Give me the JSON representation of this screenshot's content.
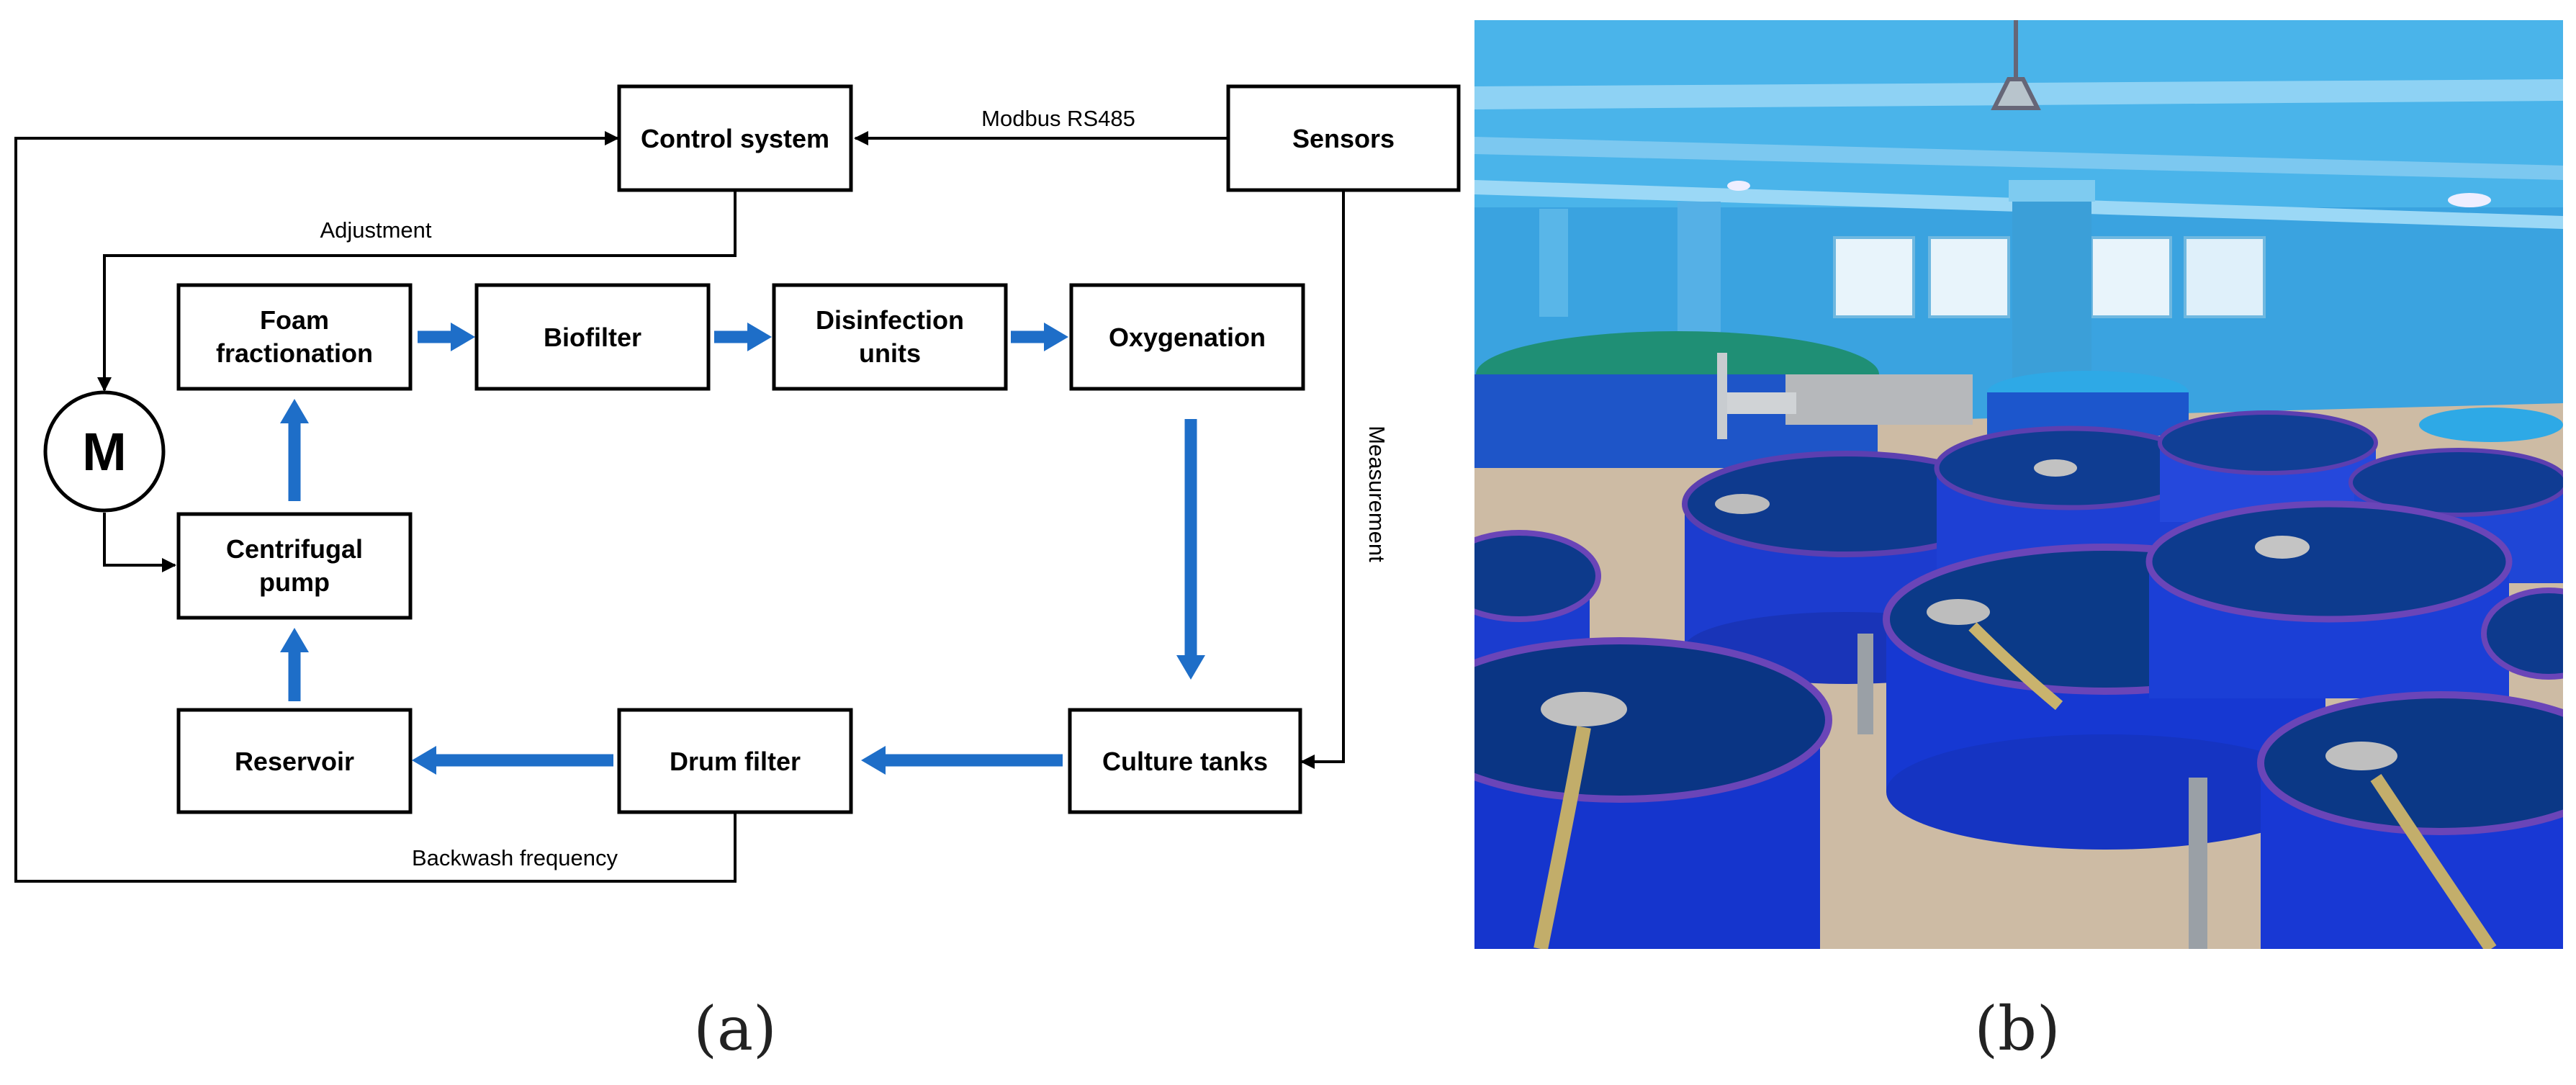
{
  "diagram": {
    "nodes": {
      "control_system": "Control system",
      "sensors": "Sensors",
      "foam_fractionation": [
        "Foam",
        "fractionation"
      ],
      "biofilter": "Biofilter",
      "disinfection_units": [
        "Disinfection",
        "units"
      ],
      "oxygenation": "Oxygenation",
      "centrifugal_pump": [
        "Centrifugal",
        "pump"
      ],
      "reservoir": "Reservoir",
      "drum_filter": "Drum filter",
      "culture_tanks": "Culture tanks",
      "motor": "M"
    },
    "edge_labels": {
      "modbus": "Modbus RS485",
      "adjustment": "Adjustment",
      "measurement": "Measurement",
      "backwash": "Backwash frequency"
    },
    "colors": {
      "water_flow": "#1e6ec8",
      "control_signal": "#000000"
    }
  },
  "photo": {
    "description_icon": "indoor-recirculating-aquaculture-tanks-photo",
    "colors": {
      "tank_blue": "#1f3fd0",
      "wall_blue": "#3fa6e0",
      "floor": "#cdbba4",
      "water": "#0b3f8a"
    }
  },
  "captions": {
    "a": "(a)",
    "b": "(b)"
  }
}
